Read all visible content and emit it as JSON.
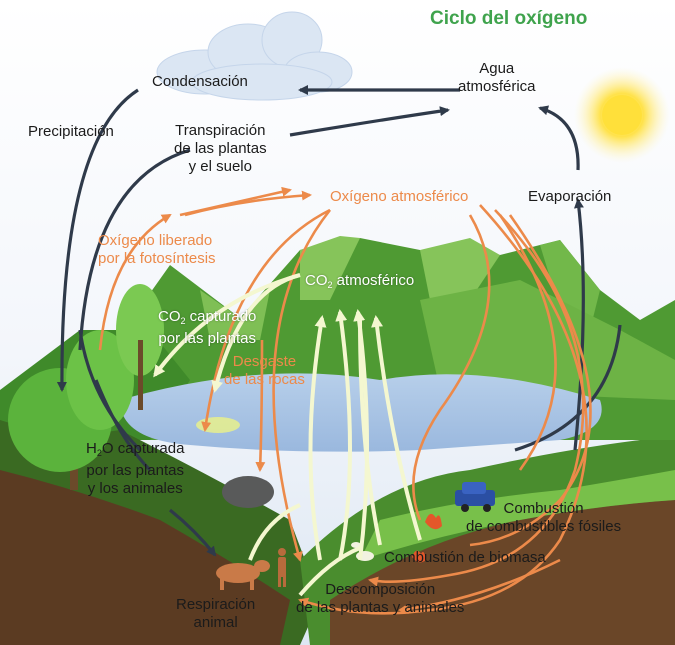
{
  "title": "Ciclo del oxígeno",
  "labels": {
    "condensacion": "Condensación",
    "agua_atmosferica": "Agua\natmosférica",
    "precipitacion": "Precipitación",
    "transpiracion": "Transpiración\nde las plantas\ny el suelo",
    "oxigeno_atmosferico": "Oxígeno atmosférico",
    "evaporacion": "Evaporación",
    "oxigeno_liberado": "Oxígeno liberado\npor la fotosíntesis",
    "co2_atmosferico_prefix": "CO",
    "co2_atmosferico_sub": "2",
    "co2_atmosferico_suffix": " atmosférico",
    "co2_capturado_prefix": "CO",
    "co2_capturado_sub": "2",
    "co2_capturado_suffix": " capturado\npor las plantas",
    "desgaste": "Desgaste\nde las rocas",
    "h2o_prefix": "H",
    "h2o_sub": "2",
    "h2o_suffix": "O capturada\npor las plantas\ny los animales",
    "combustion_fosiles": "Combustión\nde combustibles fósiles",
    "combustion_biomasa": "Combustión de biomasa",
    "descomposicion": "Descomposición\nde las plantas y animales",
    "respiracion": "Respiración\nanimal"
  },
  "icons": [
    "cloud-icon",
    "sun-icon",
    "car-icon",
    "fire-icon",
    "cow-icon",
    "person-icon",
    "rock-icon"
  ],
  "colors": {
    "title": "#3fa34d",
    "water_arrows": "#2f3a4a",
    "oxygen_arrows": "#ec8a4a",
    "co2_arrows": "#f4f7d0",
    "mountains": "#5fae3c",
    "lake": "#a9c4e4",
    "sun": "#ffe24a"
  }
}
